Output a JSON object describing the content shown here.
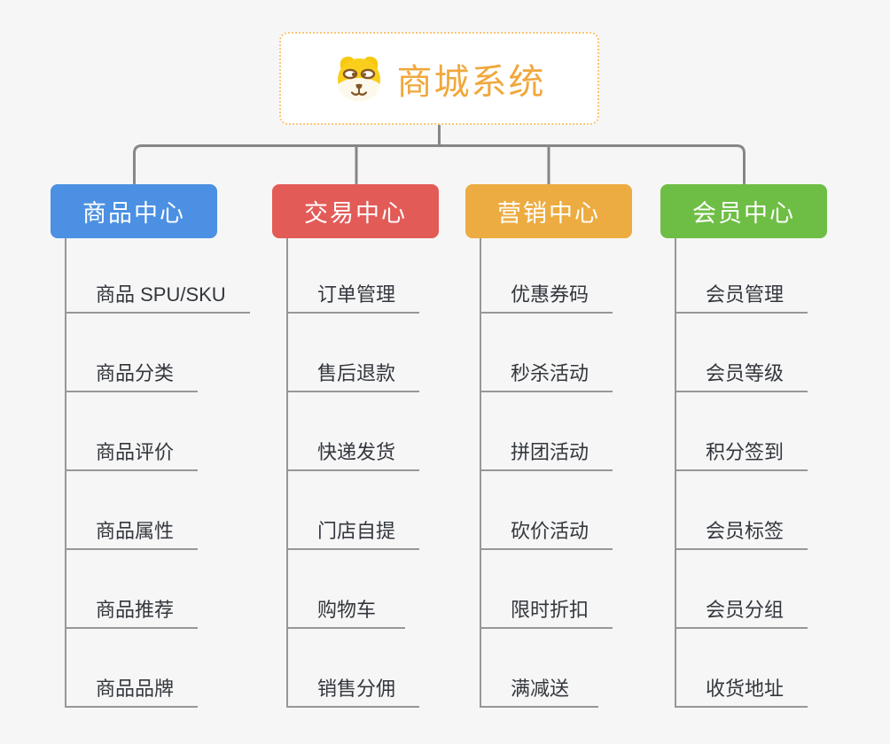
{
  "root": {
    "title": "商城系统",
    "accent": "#f0a83c",
    "icon": "dog-face-icon"
  },
  "connectors": {
    "line_color": "#878787",
    "twig_color": "#979797"
  },
  "branches": [
    {
      "label": "商品中心",
      "color": "#4b90e2",
      "items": [
        "商品 SPU/SKU",
        "商品分类",
        "商品评价",
        "商品属性",
        "商品推荐",
        "商品品牌"
      ]
    },
    {
      "label": "交易中心",
      "color": "#e25b57",
      "items": [
        "订单管理",
        "售后退款",
        "快递发货",
        "门店自提",
        "购物车",
        "销售分佣"
      ]
    },
    {
      "label": "营销中心",
      "color": "#ecac41",
      "items": [
        "优惠券码",
        "秒杀活动",
        "拼团活动",
        "砍价活动",
        "限时折扣",
        "满减送"
      ]
    },
    {
      "label": "会员中心",
      "color": "#6ebe45",
      "items": [
        "会员管理",
        "会员等级",
        "积分签到",
        "会员标签",
        "会员分组",
        "收货地址"
      ]
    }
  ]
}
